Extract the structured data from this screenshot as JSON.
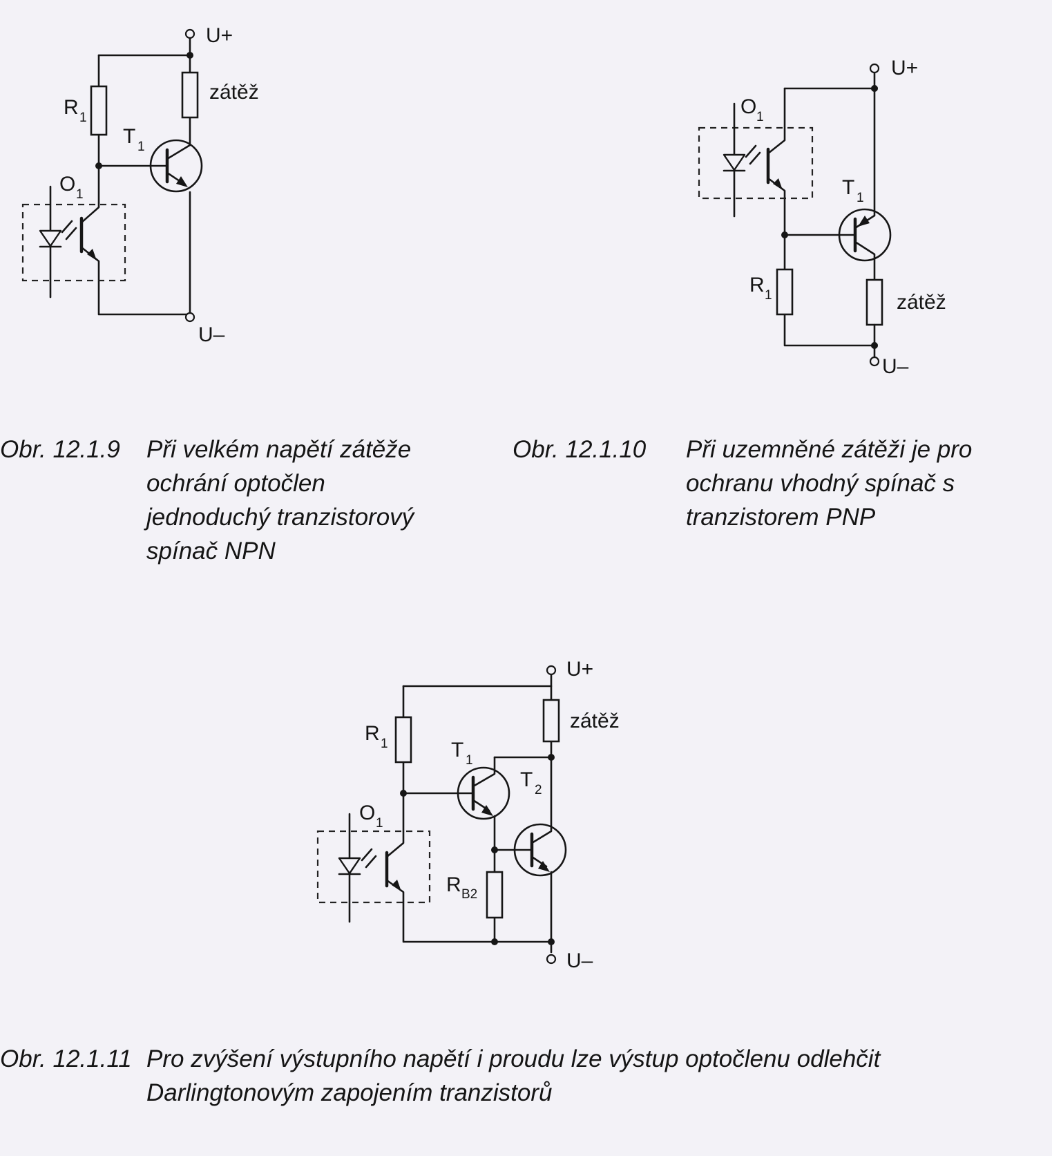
{
  "figures": [
    {
      "id": "fig-12-1-9",
      "labels": {
        "u_plus": "U+",
        "u_minus": "U–",
        "load": "zátěž",
        "r1": "R",
        "r1_sub": "1",
        "t1": "T",
        "t1_sub": "1",
        "o1": "O",
        "o1_sub": "1"
      },
      "caption": {
        "number": "Obr. 12.1.9",
        "text": "Při velkém napětí zátěže ochrání optočlen jednoduchý tranzistorový spínač NPN"
      }
    },
    {
      "id": "fig-12-1-10",
      "labels": {
        "u_plus": "U+",
        "u_minus": "U–",
        "load": "zátěž",
        "r1": "R",
        "r1_sub": "1",
        "t1": "T",
        "t1_sub": "1",
        "o1": "O",
        "o1_sub": "1"
      },
      "caption": {
        "number": "Obr. 12.1.10",
        "text": "Při uzemněné zátěži je pro ochranu vhodný spínač s tranzistorem PNP"
      }
    },
    {
      "id": "fig-12-1-11",
      "labels": {
        "u_plus": "U+",
        "u_minus": "U–",
        "load": "zátěž",
        "r1": "R",
        "r1_sub": "1",
        "t1": "T",
        "t1_sub": "1",
        "t2": "T",
        "t2_sub": "2",
        "o1": "O",
        "o1_sub": "1",
        "rb2": "R",
        "rb2_sub": "B2"
      },
      "caption": {
        "number": "Obr. 12.1.11",
        "text": "Pro zvýšení výstupního napětí i proudu lze výstup optočlenu odlehčit Darlingtonovým zapojením tranzistorů"
      }
    }
  ]
}
